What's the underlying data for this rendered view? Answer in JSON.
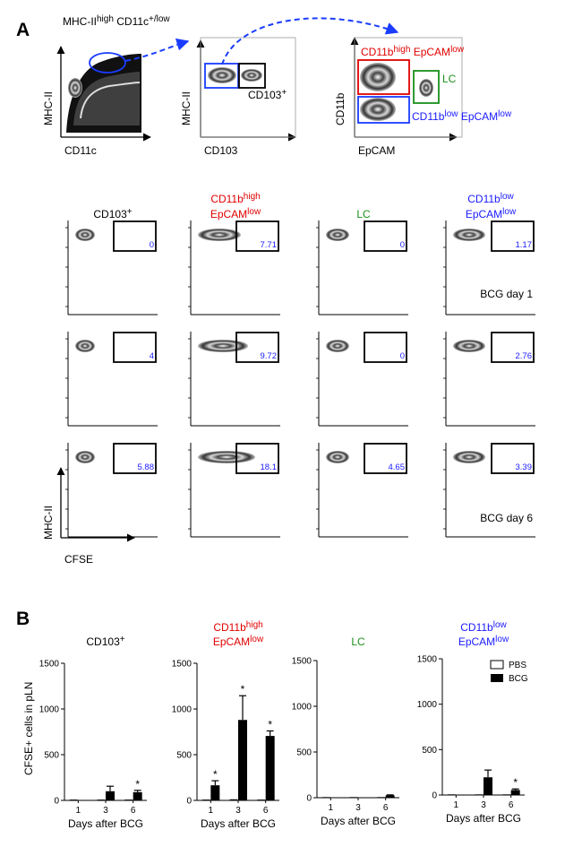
{
  "panel_a": {
    "letter": "A",
    "gating": {
      "plot1": {
        "title_main": "MHC-II",
        "title_sup1": "high",
        "title_mid": " CD11c",
        "title_sup2": "+/low",
        "xlabel": "CD11c",
        "ylabel": "MHC-II"
      },
      "plot2": {
        "xlabel": "CD103",
        "ylabel": "MHC-II",
        "gate_label": "CD103",
        "gate_sup": "+"
      },
      "plot3": {
        "xlabel": "EpCAM",
        "ylabel": "CD11b",
        "gate_top": "CD11b",
        "gate_top_sup": "high",
        "gate_top_rest": " EpCAM",
        "gate_top_rest_sup": "low",
        "gate_lc": "LC",
        "gate_bot": "CD11b",
        "gate_bot_sup": "low",
        "gate_bot_rest": " EpCAM",
        "gate_bot_rest_sup": "low"
      }
    },
    "columns": [
      {
        "line1": "CD103",
        "line1_sup": "+",
        "line2": "",
        "line2_sup": "",
        "color": "#000000"
      },
      {
        "line1": "CD11b",
        "line1_sup": "high",
        "line2": "EpCAM",
        "line2_sup": "low",
        "color": "#e00000"
      },
      {
        "line1": "LC",
        "line1_sup": "",
        "line2": "",
        "line2_sup": "",
        "color": "#1a8f1a"
      },
      {
        "line1": "CD11b",
        "line1_sup": "low",
        "line2": "EpCAM",
        "line2_sup": "low",
        "color": "#1a1aff"
      }
    ],
    "grid_values": [
      [
        "0",
        "7.71",
        "0",
        "1.17"
      ],
      [
        "4",
        "9.72",
        "0",
        "2.76"
      ],
      [
        "5.88",
        "18.1",
        "4.65",
        "3.39"
      ]
    ],
    "row_labels": [
      "BCG day 1",
      "",
      "BCG day 6"
    ],
    "axis_x": "CFSE",
    "axis_y": "MHC-II"
  },
  "panel_b": {
    "letter": "B",
    "ylabel": "CFSE+ cells in pLN",
    "xlabel": "Days after BCG",
    "legend": [
      "PBS",
      "BCG"
    ],
    "colors": {
      "pbs": "#ffffff",
      "bcg": "#000000"
    }
  },
  "chart_data": [
    {
      "type": "bar",
      "title": "CD103+",
      "xlabel": "Days after BCG",
      "ylabel": "CFSE+ cells in pLN",
      "categories": [
        "1",
        "3",
        "6"
      ],
      "ylim": [
        0,
        1500
      ],
      "yticks": [
        0,
        500,
        1000,
        1500
      ],
      "series": [
        {
          "name": "PBS",
          "values": [
            5,
            5,
            5
          ]
        },
        {
          "name": "BCG",
          "values": [
            5,
            100,
            90
          ]
        }
      ],
      "errors": [
        0,
        55,
        20
      ],
      "significant": [
        false,
        false,
        true
      ]
    },
    {
      "type": "bar",
      "title": "CD11bhigh EpCAMlow",
      "xlabel": "Days after BCG",
      "ylabel": "",
      "categories": [
        "1",
        "3",
        "6"
      ],
      "ylim": [
        0,
        1500
      ],
      "yticks": [
        0,
        500,
        1000,
        1500
      ],
      "series": [
        {
          "name": "PBS",
          "values": [
            5,
            8,
            5
          ]
        },
        {
          "name": "BCG",
          "values": [
            165,
            880,
            705
          ]
        }
      ],
      "errors": [
        50,
        265,
        55
      ],
      "significant": [
        true,
        true,
        true
      ]
    },
    {
      "type": "bar",
      "title": "LC",
      "xlabel": "Days after BCG",
      "ylabel": "",
      "categories": [
        "1",
        "3",
        "6"
      ],
      "ylim": [
        0,
        1500
      ],
      "yticks": [
        0,
        500,
        1000,
        1500
      ],
      "series": [
        {
          "name": "PBS",
          "values": [
            3,
            3,
            3
          ]
        },
        {
          "name": "BCG",
          "values": [
            3,
            3,
            25
          ]
        }
      ],
      "errors": [
        0,
        0,
        6
      ],
      "significant": [
        false,
        false,
        false
      ]
    },
    {
      "type": "bar",
      "title": "CD11blow EpCAMlow",
      "xlabel": "Days after BCG",
      "ylabel": "",
      "categories": [
        "1",
        "3",
        "6"
      ],
      "ylim": [
        0,
        1500
      ],
      "yticks": [
        0,
        500,
        1000,
        1500
      ],
      "series": [
        {
          "name": "PBS",
          "values": [
            3,
            3,
            3
          ]
        },
        {
          "name": "BCG",
          "values": [
            5,
            195,
            55
          ]
        }
      ],
      "errors": [
        0,
        80,
        12
      ],
      "significant": [
        false,
        false,
        true
      ]
    }
  ]
}
